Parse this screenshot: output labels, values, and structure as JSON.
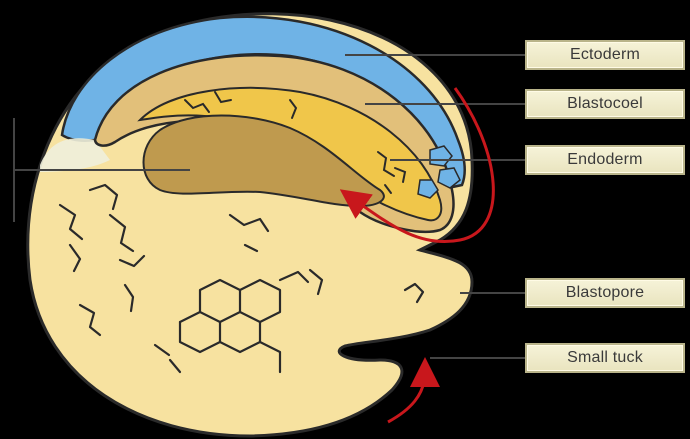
{
  "labels": {
    "ectoderm": "Ectoderm",
    "blastocoel": "Blastocoel",
    "endoderm": "Endoderm",
    "blastopore": "Blastopore",
    "small_tuck": "Small tuck"
  },
  "colors": {
    "background": "#000000",
    "ectoderm": "#6fb3e6",
    "blastocoel": "#e2c07a",
    "endoderm_layer": "#f0c64a",
    "archenteron": "#bf9a4e",
    "yolk": "#f7e2a0",
    "arrow": "#c8171c",
    "leader_line": "#444444"
  }
}
